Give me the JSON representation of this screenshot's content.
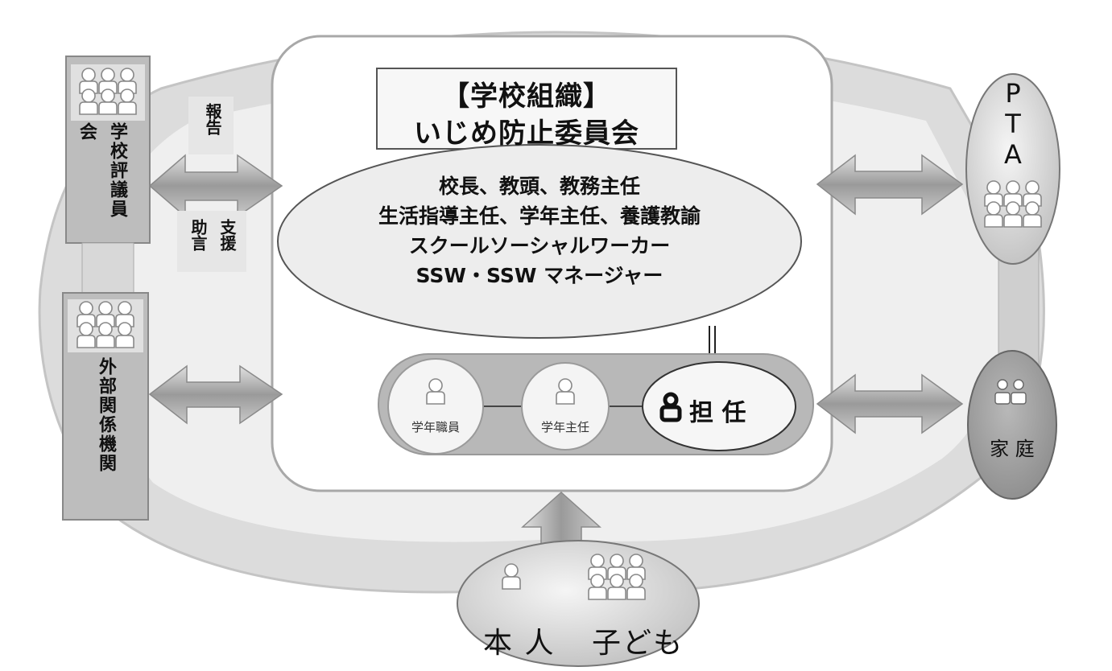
{
  "committee": {
    "title_line1": "【学校組織】",
    "title_line2": "いじめ防止委員会",
    "members": [
      "校長、教頭、教務主任",
      "生活指導主任、学年主任、養護教諭",
      "スクールソーシャルワーカー",
      "SSW・SSW マネージャー"
    ]
  },
  "grade_team": {
    "staff": "学年職員",
    "head": "学年主任",
    "homeroom": "担 任"
  },
  "council": {
    "label_a": "会",
    "label_b": "学校評議員"
  },
  "external": {
    "label": "外部関係機関"
  },
  "arrow_labels": {
    "report": "報告",
    "advice": "助言",
    "support": "支援"
  },
  "pta": {
    "letters": [
      "P",
      "T",
      "A"
    ]
  },
  "family": {
    "label": "家 庭"
  },
  "children": {
    "self": "本 人",
    "kids": "子ども"
  },
  "icons": [
    "people-group-icon",
    "person-icon"
  ],
  "colors": {
    "ring": "#d6d6d6",
    "panel": "#bdbdbd",
    "ellipse": "#ececec",
    "arrow": "#a9a9a9"
  }
}
